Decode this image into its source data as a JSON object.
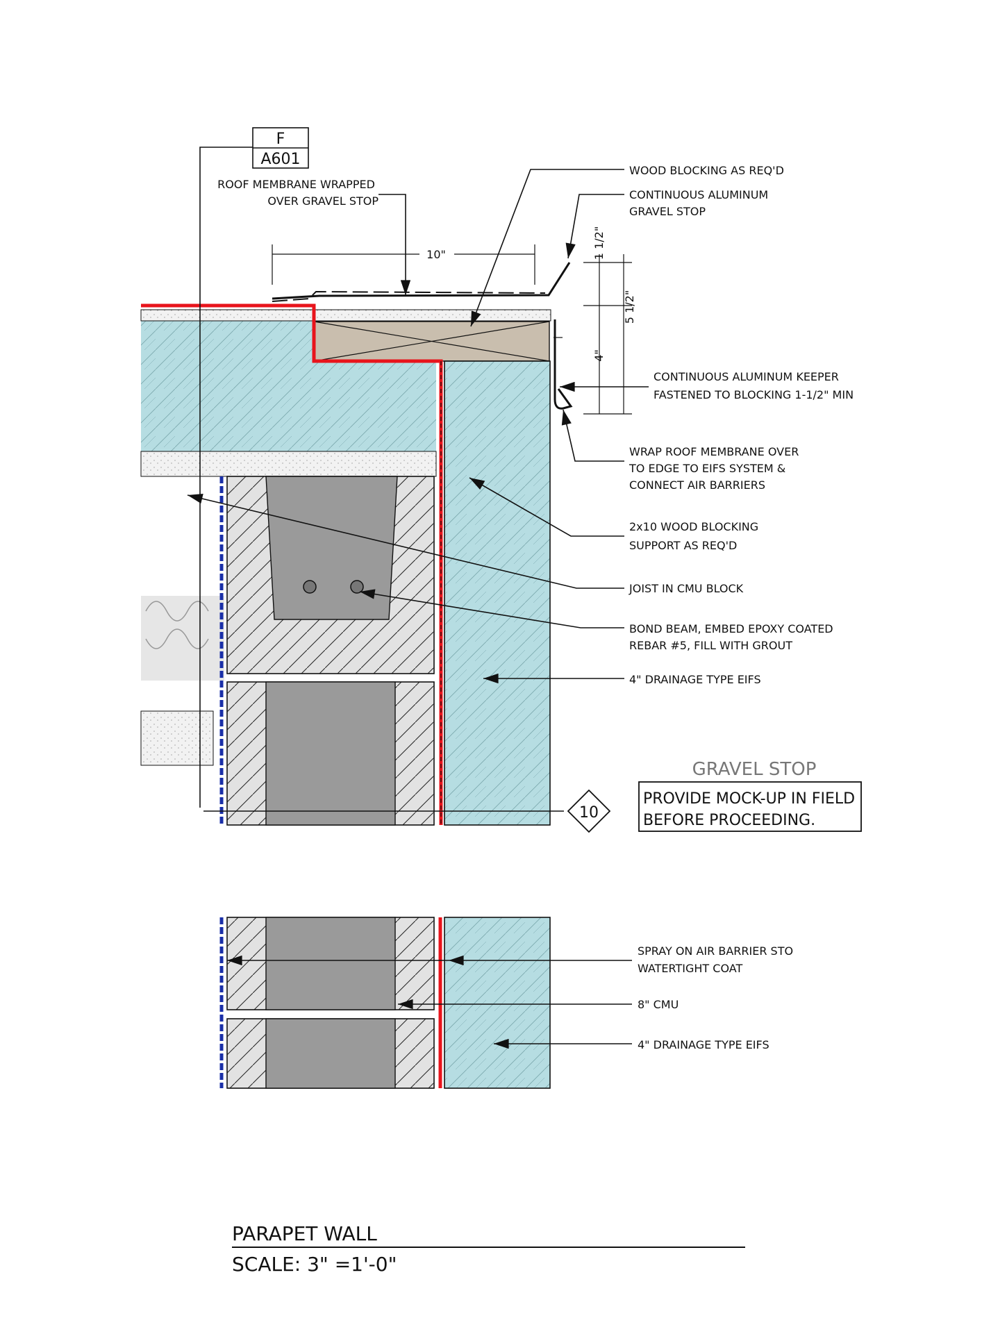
{
  "section_tag": {
    "top": "F",
    "bottom": "A601"
  },
  "callouts": {
    "roof_membrane": [
      "ROOF MEMBRANE WRAPPED",
      "OVER GRAVEL STOP"
    ],
    "wood_blocking": "WOOD BLOCKING AS REQ'D",
    "gravel_stop": [
      "CONTINUOUS ALUMINUM",
      "GRAVEL STOP"
    ],
    "keeper": [
      "CONTINUOUS ALUMINUM KEEPER",
      "FASTENED TO BLOCKING 1-1/2\" MIN"
    ],
    "wrap_membrane": [
      "WRAP ROOF MEMBRANE OVER",
      "TO EDGE TO EIFS SYSTEM &",
      "CONNECT AIR BARRIERS"
    ],
    "blocking_support": [
      "2x10 WOOD BLOCKING",
      "SUPPORT AS REQ'D"
    ],
    "joist": "JOIST IN CMU BLOCK",
    "bond_beam": [
      "BOND BEAM, EMBED EPOXY COATED",
      "REBAR #5, FILL WITH GROUT"
    ],
    "eifs_upper": "4\" DRAINAGE TYPE EIFS",
    "air_barrier": [
      "SPRAY ON AIR BARRIER STO",
      "WATERTIGHT COAT"
    ],
    "cmu": "8\" CMU",
    "eifs_lower": "4\" DRAINAGE TYPE EIFS"
  },
  "dimensions": {
    "d10": "10\"",
    "d1_5": "1 1/2\"",
    "d5_5": "5 1/2\"",
    "d4": "4\""
  },
  "detail_ref": "10",
  "note": {
    "heading": "GRAVEL STOP",
    "lines": [
      "PROVIDE MOCK-UP IN FIELD",
      "BEFORE PROCEEDING."
    ]
  },
  "title": {
    "name": "PARAPET WALL",
    "scale": "SCALE: 3\" =1'-0\""
  },
  "colors": {
    "eifs": "#b6dde2",
    "membrane": "#e8141c",
    "air_barrier_blue": "#1a2fa8",
    "blocking": "#c9beae",
    "cmu_core": "#9a9a9a",
    "cmu_face": "#e2e2e2"
  }
}
